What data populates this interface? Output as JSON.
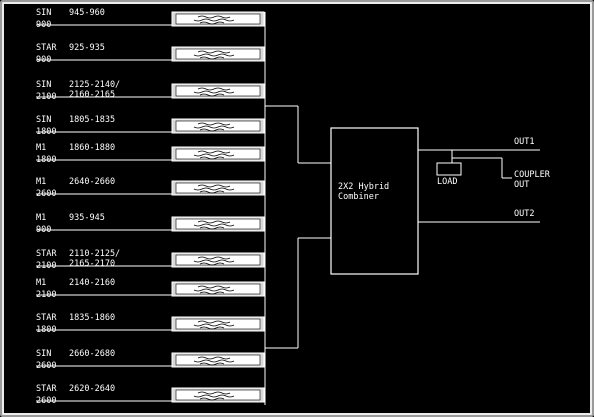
{
  "colors": {
    "background": "#000000",
    "line": "#ffffff",
    "frame": "#d8d8d8"
  },
  "bands": [
    {
      "system": "SIN",
      "band": "900",
      "range": [
        "945-960"
      ]
    },
    {
      "system": "STAR",
      "band": "900",
      "range": [
        "925-935"
      ]
    },
    {
      "system": "SIN",
      "band": "2100",
      "range": [
        "2125-2140/",
        "2160-2165"
      ]
    },
    {
      "system": "SIN",
      "band": "1800",
      "range": [
        "1805-1835"
      ]
    },
    {
      "system": "M1",
      "band": "1800",
      "range": [
        "1860-1880"
      ]
    },
    {
      "system": "M1",
      "band": "2600",
      "range": [
        "2640-2660"
      ]
    },
    {
      "system": "M1",
      "band": "900",
      "range": [
        "935-945"
      ]
    },
    {
      "system": "STAR",
      "band": "2100",
      "range": [
        "2110-2125/",
        "2165-2170"
      ]
    },
    {
      "system": "M1",
      "band": "2100",
      "range": [
        "2140-2160"
      ]
    },
    {
      "system": "STAR",
      "band": "1800",
      "range": [
        "1835-1860"
      ]
    },
    {
      "system": "SIN",
      "band": "2600",
      "range": [
        "2660-2680"
      ]
    },
    {
      "system": "STAR",
      "band": "2600",
      "range": [
        "2620-2640"
      ]
    }
  ],
  "combiner": {
    "label": [
      "2X2 Hybrid",
      "Combiner"
    ]
  },
  "outputs": {
    "out1": "OUT1",
    "out2": "OUT2",
    "load": "LOAD",
    "coupler": [
      "COUPLER",
      "OUT"
    ]
  }
}
